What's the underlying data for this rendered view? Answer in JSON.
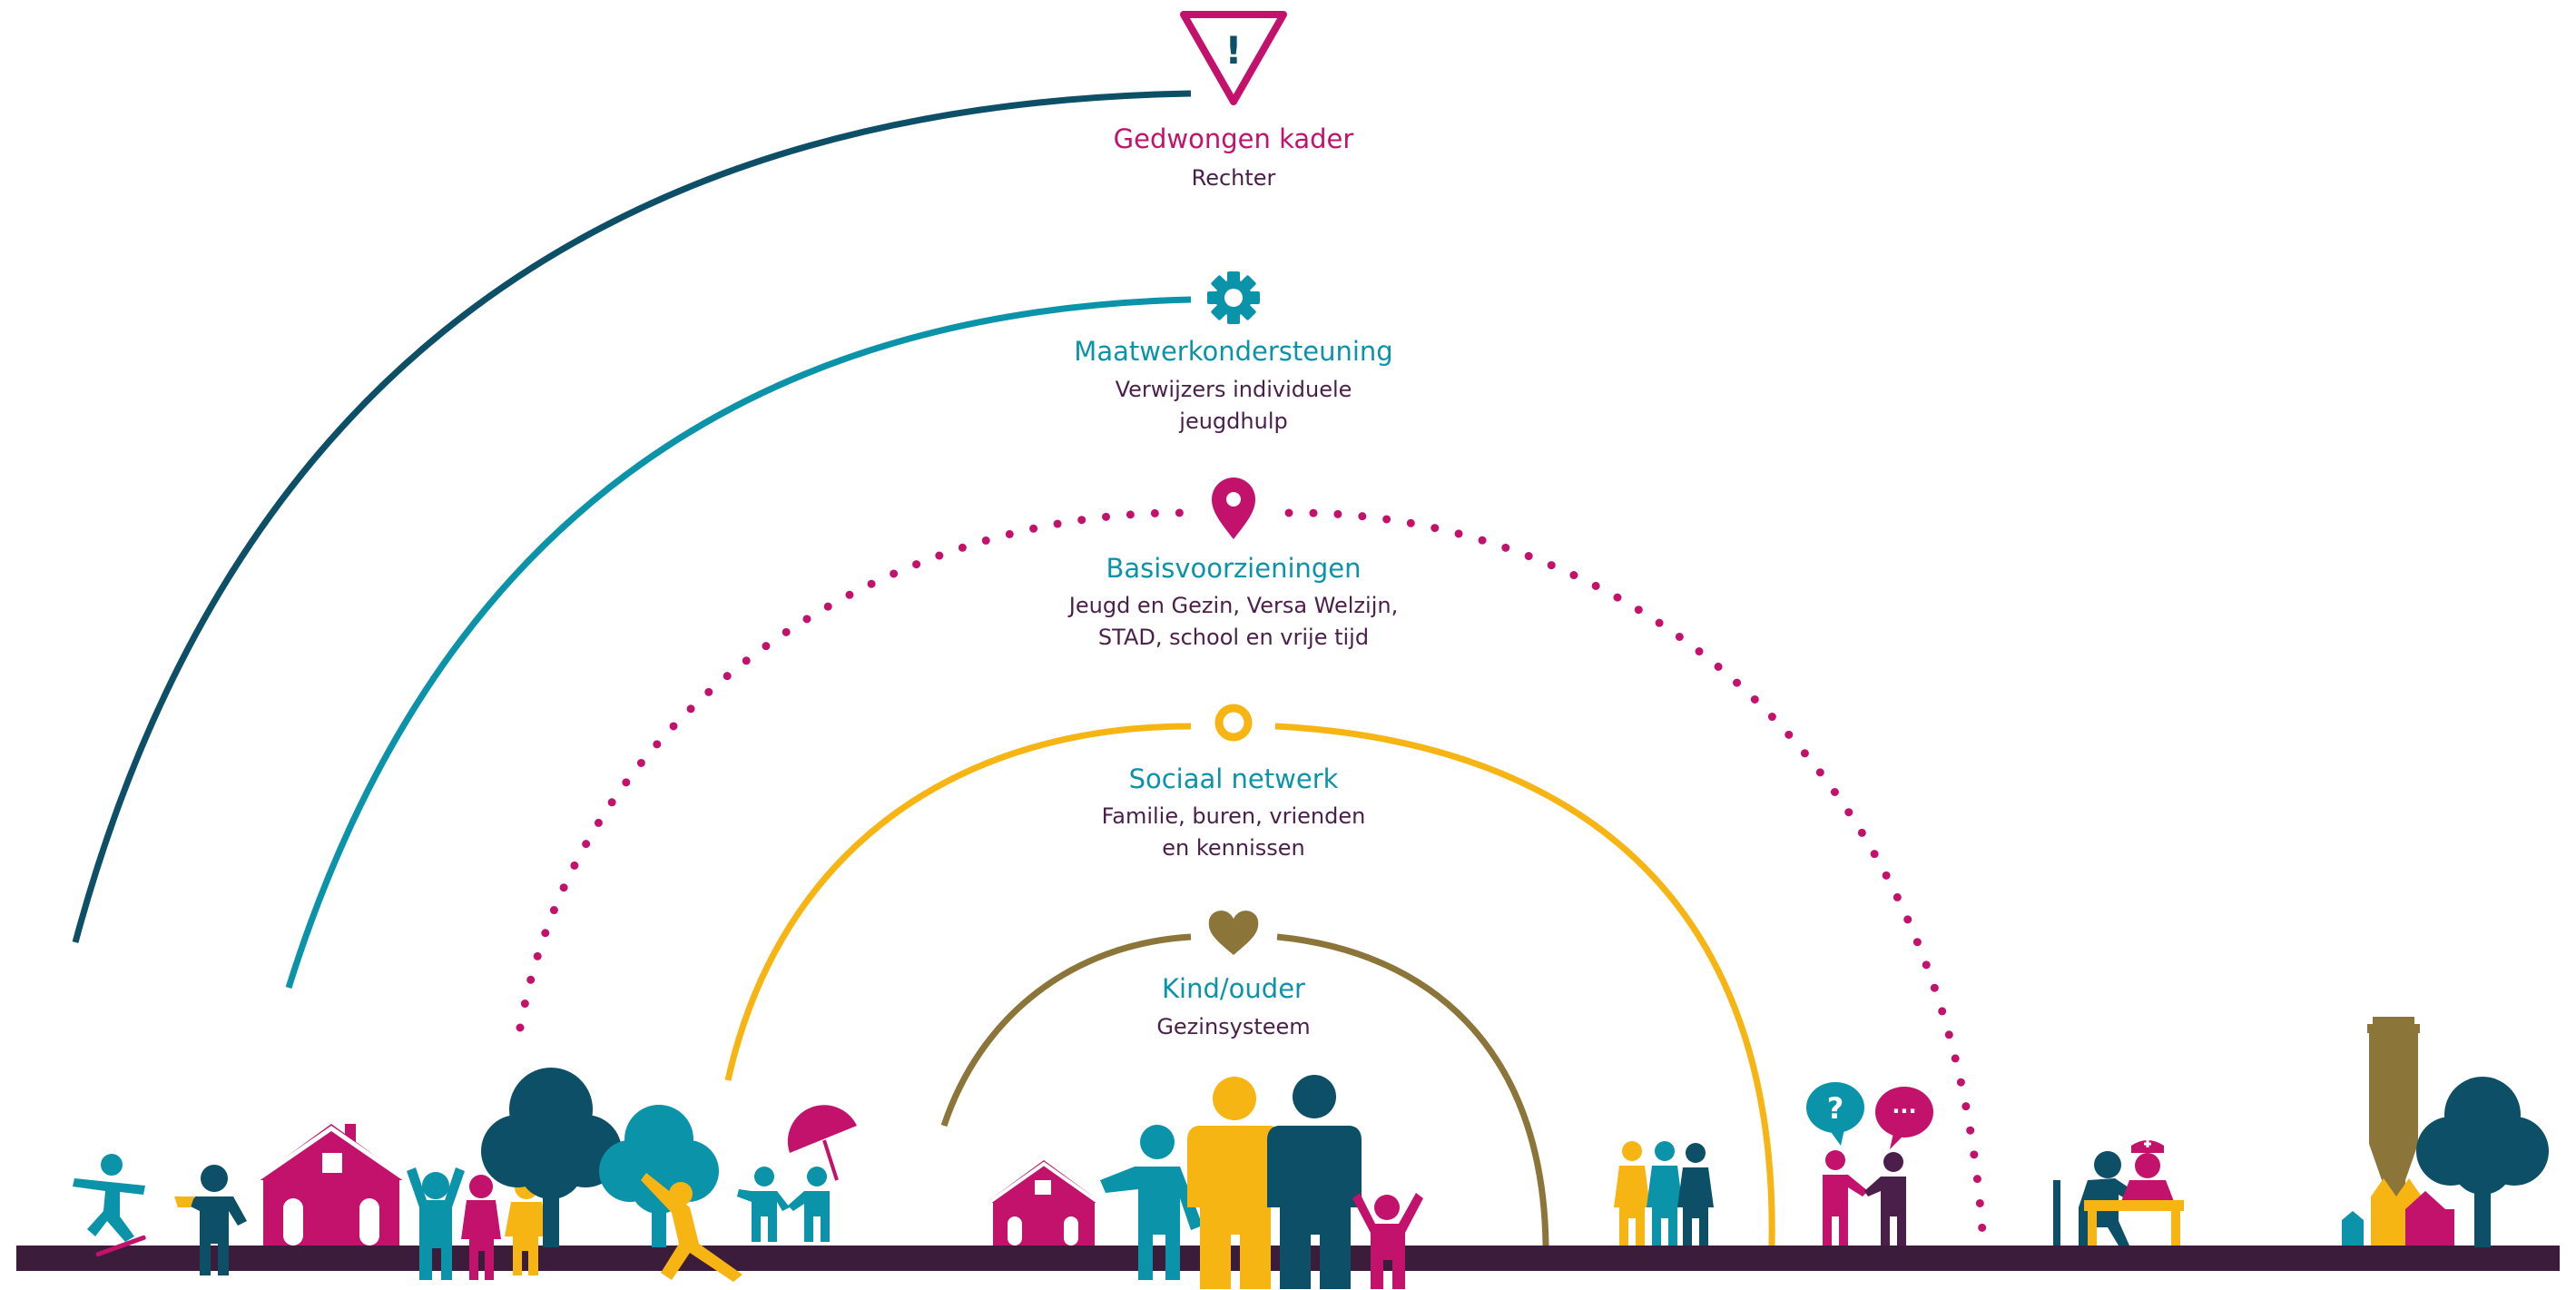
{
  "colors": {
    "dark_teal": "#0c4f66",
    "teal": "#0b93a9",
    "magenta": "#c2126b",
    "yellow": "#f7b514",
    "olive": "#8b7538",
    "plum": "#4a1f4a",
    "ground": "#3b1d3b"
  },
  "levels": [
    {
      "title": "Gedwongen kader",
      "lines": [
        "Rechter"
      ],
      "icon": "warning-triangle-icon"
    },
    {
      "title": "Maatwerkondersteuning",
      "lines": [
        "Verwijzers individuele",
        "jeugdhulp"
      ],
      "icon": "gear-icon"
    },
    {
      "title": "Basisvoorzieningen",
      "lines": [
        "Jeugd en Gezin, Versa Welzijn,",
        "STAD, school en vrije tijd"
      ],
      "icon": "location-pin-icon"
    },
    {
      "title": "Sociaal netwerk",
      "lines": [
        "Familie, buren, vrienden",
        "en kennissen"
      ],
      "icon": "circle-ring-icon"
    },
    {
      "title": "Kind/ouder",
      "lines": [
        "Gezinsysteem"
      ],
      "icon": "heart-icon"
    }
  ],
  "warning_symbol": "!",
  "bubbles": {
    "question": "?",
    "speech": "···"
  }
}
